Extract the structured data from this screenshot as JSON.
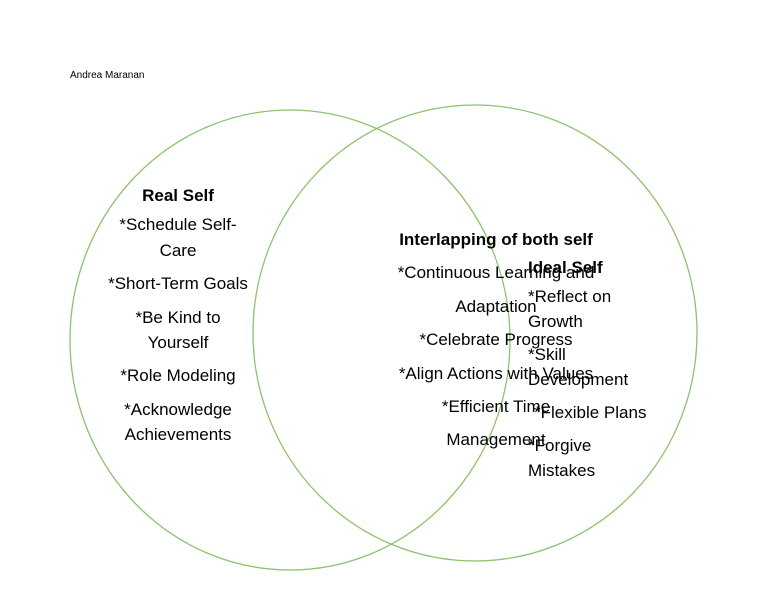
{
  "author": "Andrea Maranan",
  "colors": {
    "circle_stroke": "#8dc26e",
    "text": "#000000"
  },
  "real_self": {
    "heading": "Real Self",
    "items": [
      [
        "*Schedule Self-",
        "Care"
      ],
      [
        "*Short-Term Goals"
      ],
      [
        "*Be Kind to",
        "Yourself"
      ],
      [
        "*Role Modeling"
      ],
      [
        "*Acknowledge",
        "Achievements"
      ]
    ]
  },
  "overlap": {
    "heading": "Interlapping of both self",
    "items": [
      "*Continuous Learning and",
      "Adaptation",
      "*Celebrate Progress",
      "*Align Actions with Values",
      "*Efficient Time",
      "Management"
    ]
  },
  "ideal_self": {
    "heading": "Ideal Self",
    "items": [
      [
        "*Reflect on",
        "Growth"
      ],
      [
        "*Skill",
        "Development"
      ],
      [
        "*Flexible Plans"
      ],
      [
        "*Forgive",
        "Mistakes"
      ]
    ]
  }
}
